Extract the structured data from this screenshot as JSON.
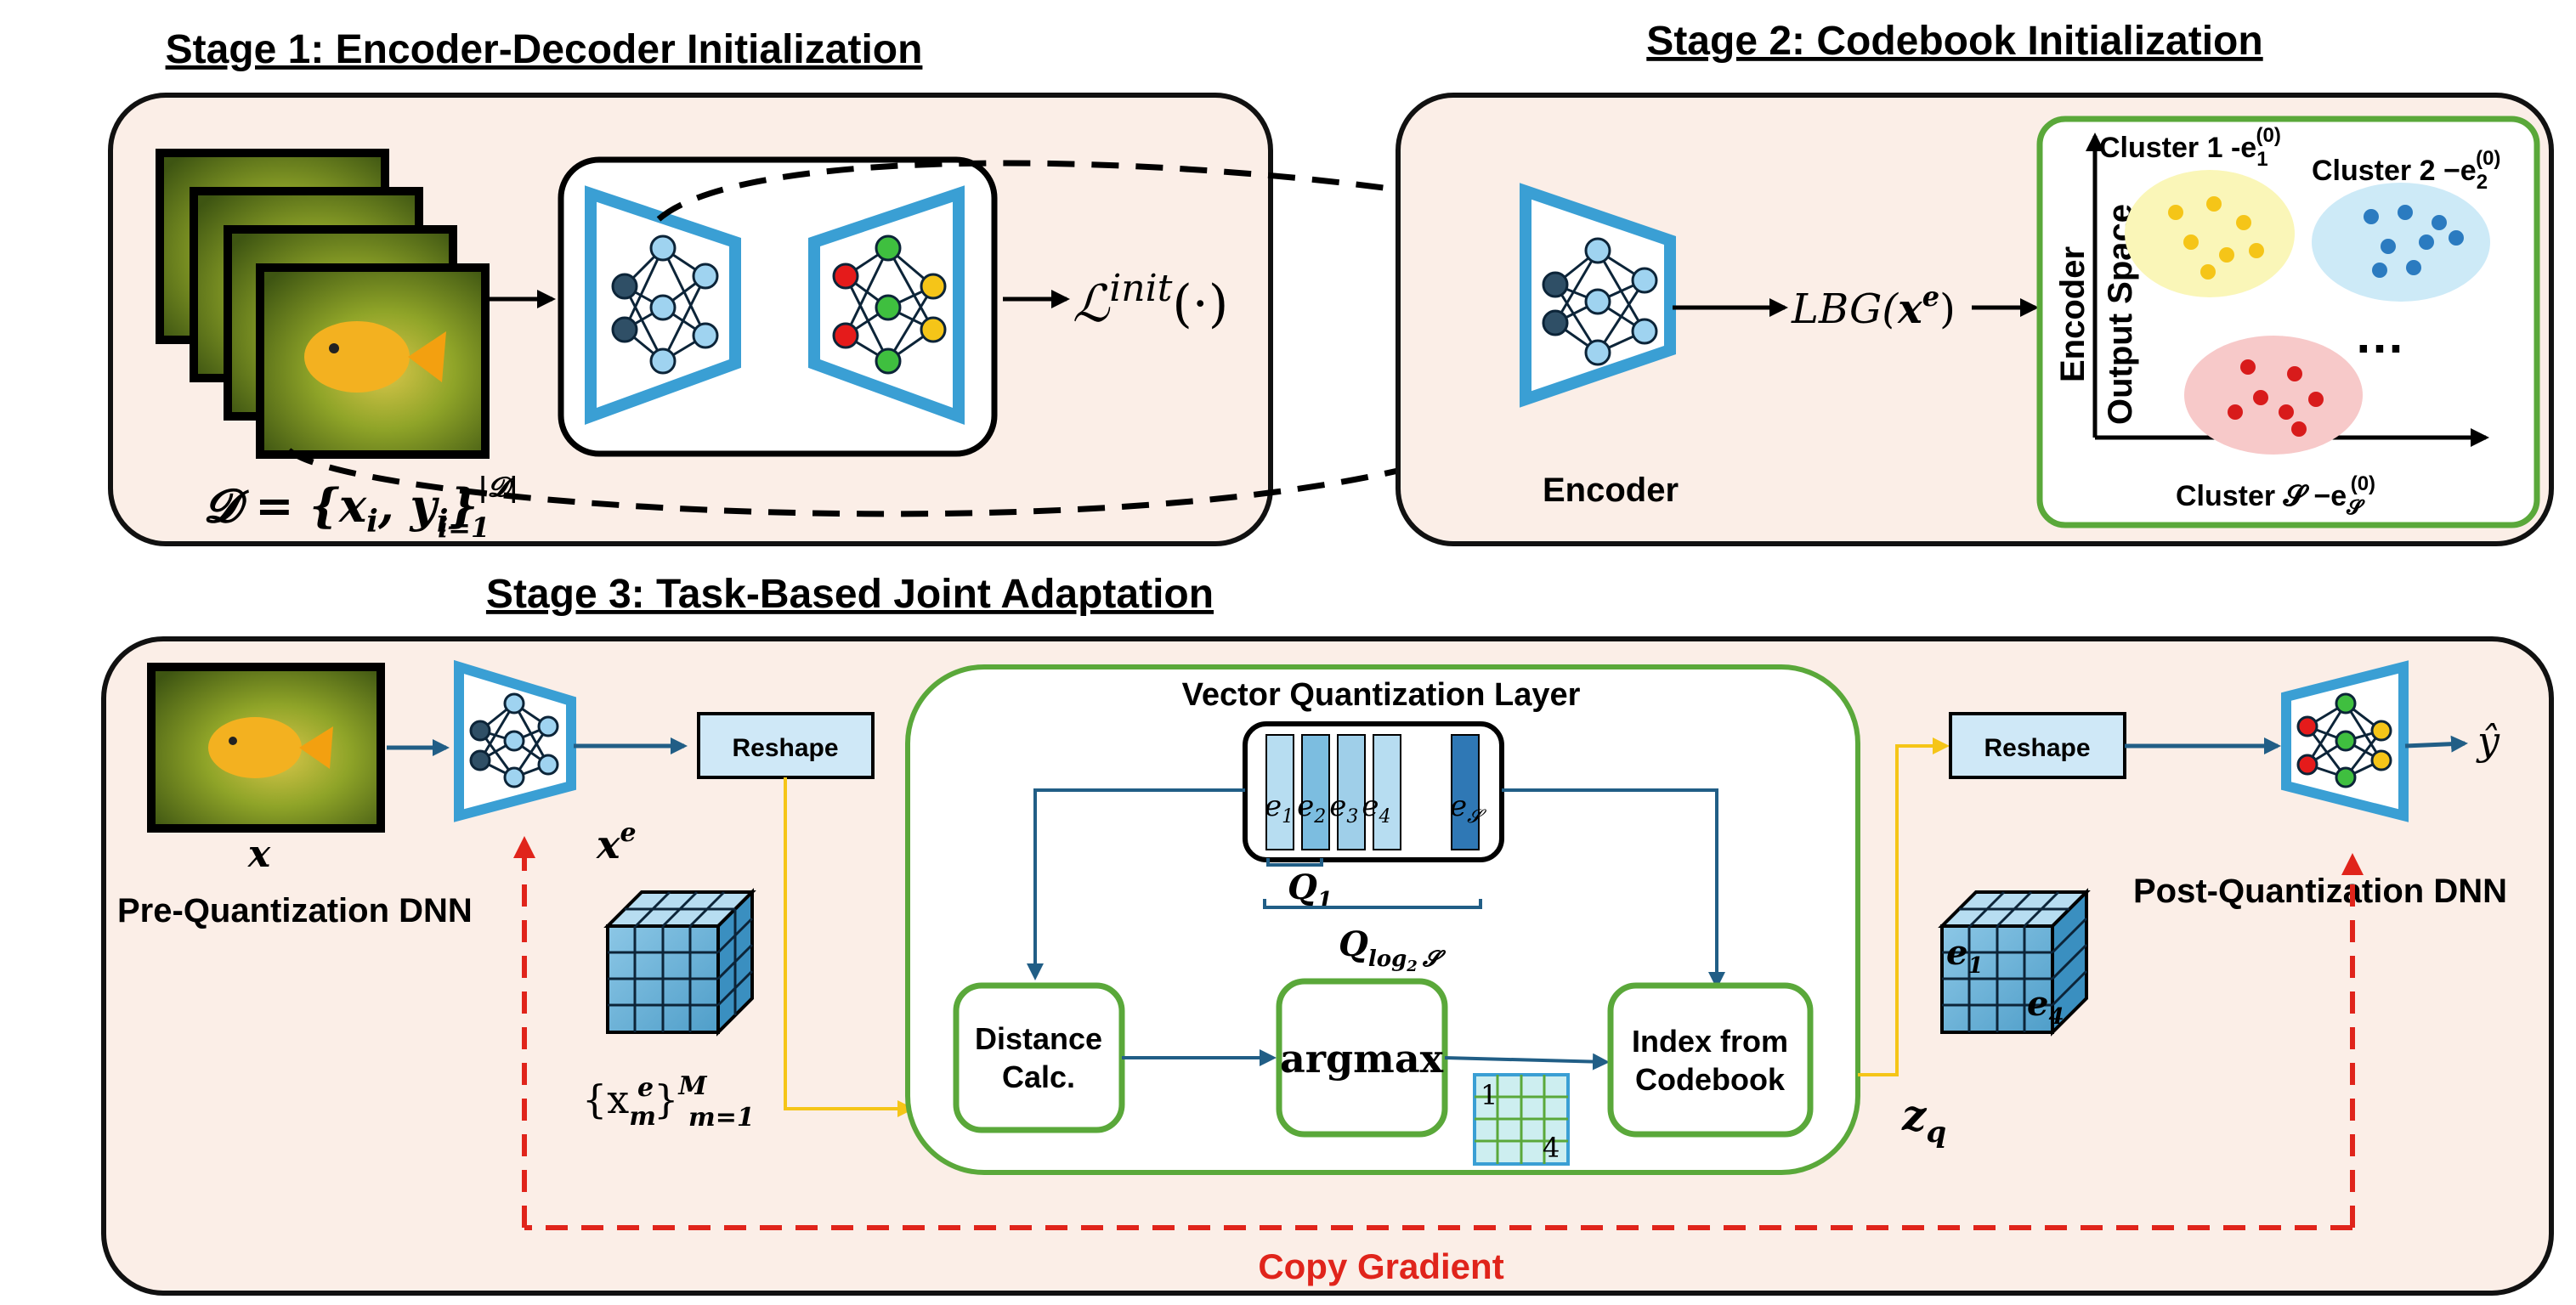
{
  "stage1": {
    "title": "Stage 1: Encoder-Decoder Initialization",
    "dataset_sym": "𝓓",
    "dataset_body": " = {x",
    "dataset_i": "i",
    "dataset_y": ", y",
    "dataset_close": "}",
    "dataset_sup": "|𝓓|",
    "dataset_sub": "i=1",
    "loss_sym": "ℒ",
    "loss_sup": "init",
    "loss_arg": "(·)"
  },
  "stage2": {
    "title": "Stage 2: Codebook Initialization",
    "encoder_label": "Encoder",
    "lbg_text": "LBG(",
    "lbg_x": "x",
    "lbg_sup": "e",
    "lbg_close": ")",
    "axis_label_1": "Encoder",
    "axis_label_2": "Output Space",
    "cluster1_label": "Cluster 1 -e",
    "cluster1_sub": "1",
    "cluster1_sup": "(0)",
    "cluster2_label": "Cluster 2 −e",
    "cluster2_sub": "2",
    "cluster2_sup": "(0)",
    "clusterS_label": "Cluster 𝓢 −e",
    "clusterS_sub": "𝓢",
    "clusterS_sup": "(0)",
    "ellipsis": "…",
    "colors": {
      "cluster1": "#f5c518",
      "cluster2": "#2b7bc0",
      "clusterS": "#d81b1b"
    }
  },
  "stage3": {
    "title": "Stage 3: Task-Based Joint Adaptation",
    "input_label": "x",
    "pre_dnn_label": "Pre-Quantization DNN",
    "xe_label": "x",
    "xe_sup": "e",
    "set_open": "{x",
    "set_sub": "m",
    "set_sup_e": "e",
    "set_close": "}",
    "set_sup": "M",
    "set_range": "m=1",
    "reshape_left": "Reshape",
    "vq_title": "Vector Quantization Layer",
    "codebook_e1": "e",
    "codebook_sub1": "1",
    "codebook_sub2": "2",
    "codebook_sub3": "3",
    "codebook_sub4": "4",
    "codebook_subS": "𝓢",
    "q1": "Q",
    "q1_sub": "1",
    "qlog": "Q",
    "qlog_sub": "log",
    "qlog_sub2": "2",
    "qlog_s": "𝓢",
    "distance_l1": "Distance",
    "distance_l2": "Calc.",
    "argmax": "argmax",
    "index_l1": "Index from",
    "index_l2": "Codebook",
    "idx_1": "1",
    "idx_4": "4",
    "zq": "z",
    "zq_sub": "q",
    "reshape_right": "Reshape",
    "cube_e1": "e",
    "cube_e1_sub": "1",
    "cube_e4": "e",
    "cube_e4_sub": "4",
    "post_dnn_label": "Post-Quantization DNN",
    "output_label": "ŷ",
    "copy_gradient": "Copy Gradient"
  },
  "colors": {
    "panel_fill": "#fbeee7",
    "green_box": "#5aa83a",
    "trapezoid": "#3a9fd4",
    "arrow_blue": "#215e86",
    "arrow_yellow": "#f5c518",
    "arrow_red": "#e0241b",
    "reshape_fill": "#cfe8f7"
  }
}
